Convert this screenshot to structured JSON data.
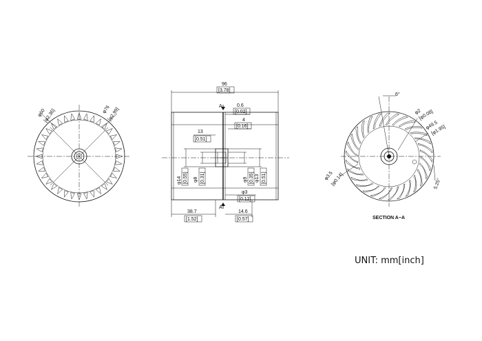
{
  "front_view": {
    "outer_diameter": {
      "mm": "φ76",
      "inch": "[φ2.99]"
    },
    "inner_diameter": {
      "mm": "φ60",
      "inch": "[φ2.36]"
    }
  },
  "side_view": {
    "overall_width": {
      "mm": "96",
      "inch": "[3.78]"
    },
    "disc_thickness": {
      "mm": "0.6",
      "inch": "[0.02]"
    },
    "hub_length": {
      "mm": "4",
      "inch": "[0.16]"
    },
    "hub_offset": {
      "mm": "13",
      "inch": "[0.51]"
    },
    "bore_outer": {
      "mm": "φ14",
      "inch": "[0.55]"
    },
    "bore_mid": {
      "mm": "φ8",
      "inch": "[0.31]"
    },
    "shaft_bore": {
      "mm": "φ9",
      "inch": "[0.35]"
    },
    "hub_diameter": {
      "mm": "φ13",
      "inch": "[0.51]"
    },
    "shaft": {
      "mm": "φ3",
      "inch": "[0.12]"
    },
    "left_length": {
      "mm": "38.7",
      "inch": "[1.52]"
    },
    "right_length": {
      "mm": "14.6",
      "inch": "[0.57]"
    },
    "section_mark": "A"
  },
  "section_view": {
    "blade_angle": "6°",
    "hub_bore": {
      "mm": "φ2",
      "inch": "[φ0.08]"
    },
    "blade_circle": {
      "mm": "φ49.5",
      "inch": "[φ1.95]"
    },
    "hole": {
      "mm": "φ3.5",
      "inch": "[φ0.14]"
    },
    "angle_small": "5.25°",
    "caption": "SECTION A−A"
  },
  "unit_label": "UNIT: mm[inch]"
}
